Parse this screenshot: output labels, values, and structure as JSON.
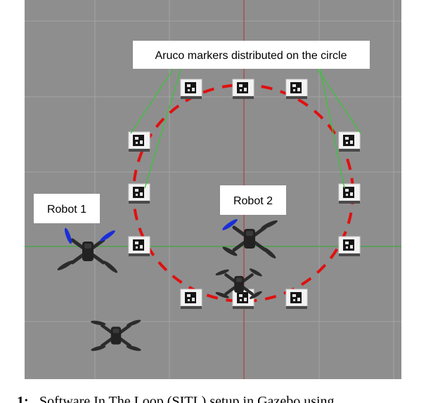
{
  "labels": {
    "markers_callout": "Aruco markers distributed on the circle",
    "robot1": "Robot 1",
    "robot2": "Robot 2"
  },
  "caption": {
    "prefix": "1:",
    "text": "Software In The Loop (SITL) setup in Gazebo using"
  },
  "colors": {
    "ground": "#8e8e8e",
    "grid": "#a4a4a4",
    "x_axis": "#3fa63f",
    "y_axis": "#b04040",
    "circle": "#e01010",
    "pointer_lines": "#39c439",
    "propeller_active": "#1a2ed8",
    "drone_body": "#2b2b2b"
  },
  "icons": {
    "marker": "aruco-marker-icon",
    "drone": "quadrotor-drone-icon"
  },
  "scene": {
    "marker_count": 12,
    "drone_count": 4
  }
}
